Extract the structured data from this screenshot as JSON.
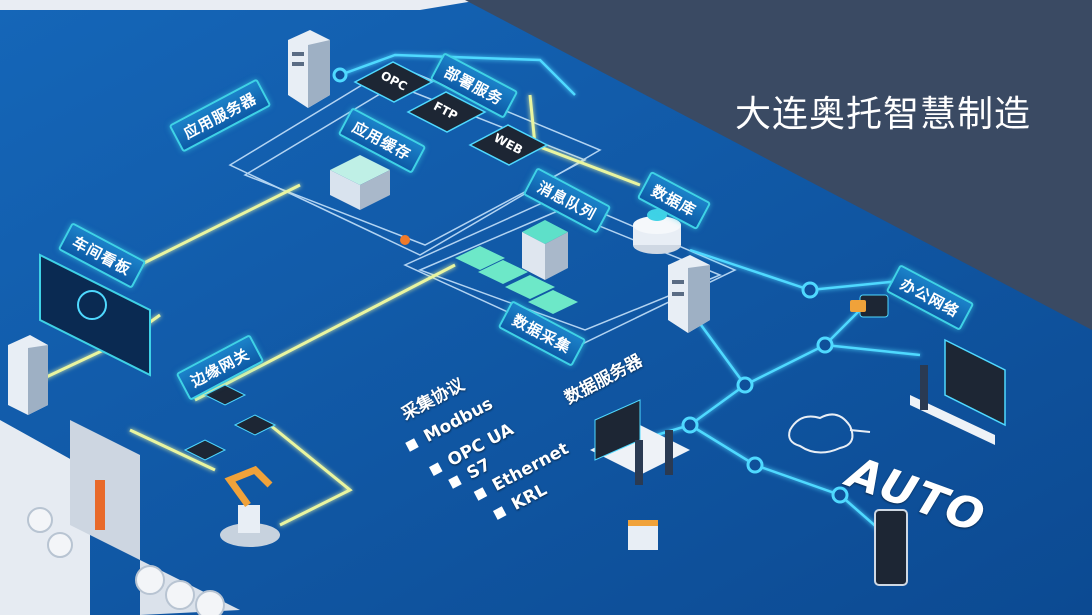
{
  "header": {
    "title": "大连奥托智慧制造"
  },
  "labels": {
    "app_server": "应用服务器",
    "deploy_service": "部署服务",
    "app_cache": "应用缓存",
    "database": "数据库",
    "message_queue": "消息队列",
    "data_collection": "数据采集",
    "data_server": "数据服务器",
    "workshop_board": "车间看板",
    "edge_gateway": "边缘网关",
    "office_network": "办公网络",
    "collection_protocol": "采集协议"
  },
  "service_chips": [
    "OPC",
    "FTP",
    "WEB"
  ],
  "protocols": [
    "Modbus",
    "OPC UA",
    "S7",
    "Ethernet",
    "KRL"
  ],
  "logo": {
    "text": "AUTO"
  },
  "colors": {
    "background": "#0f4f9a",
    "corner_panel": "#3a4a63",
    "label_border": "#3fd2e6",
    "line_yellow": "#e9f5a0",
    "line_cyan": "#4fd9ff"
  }
}
